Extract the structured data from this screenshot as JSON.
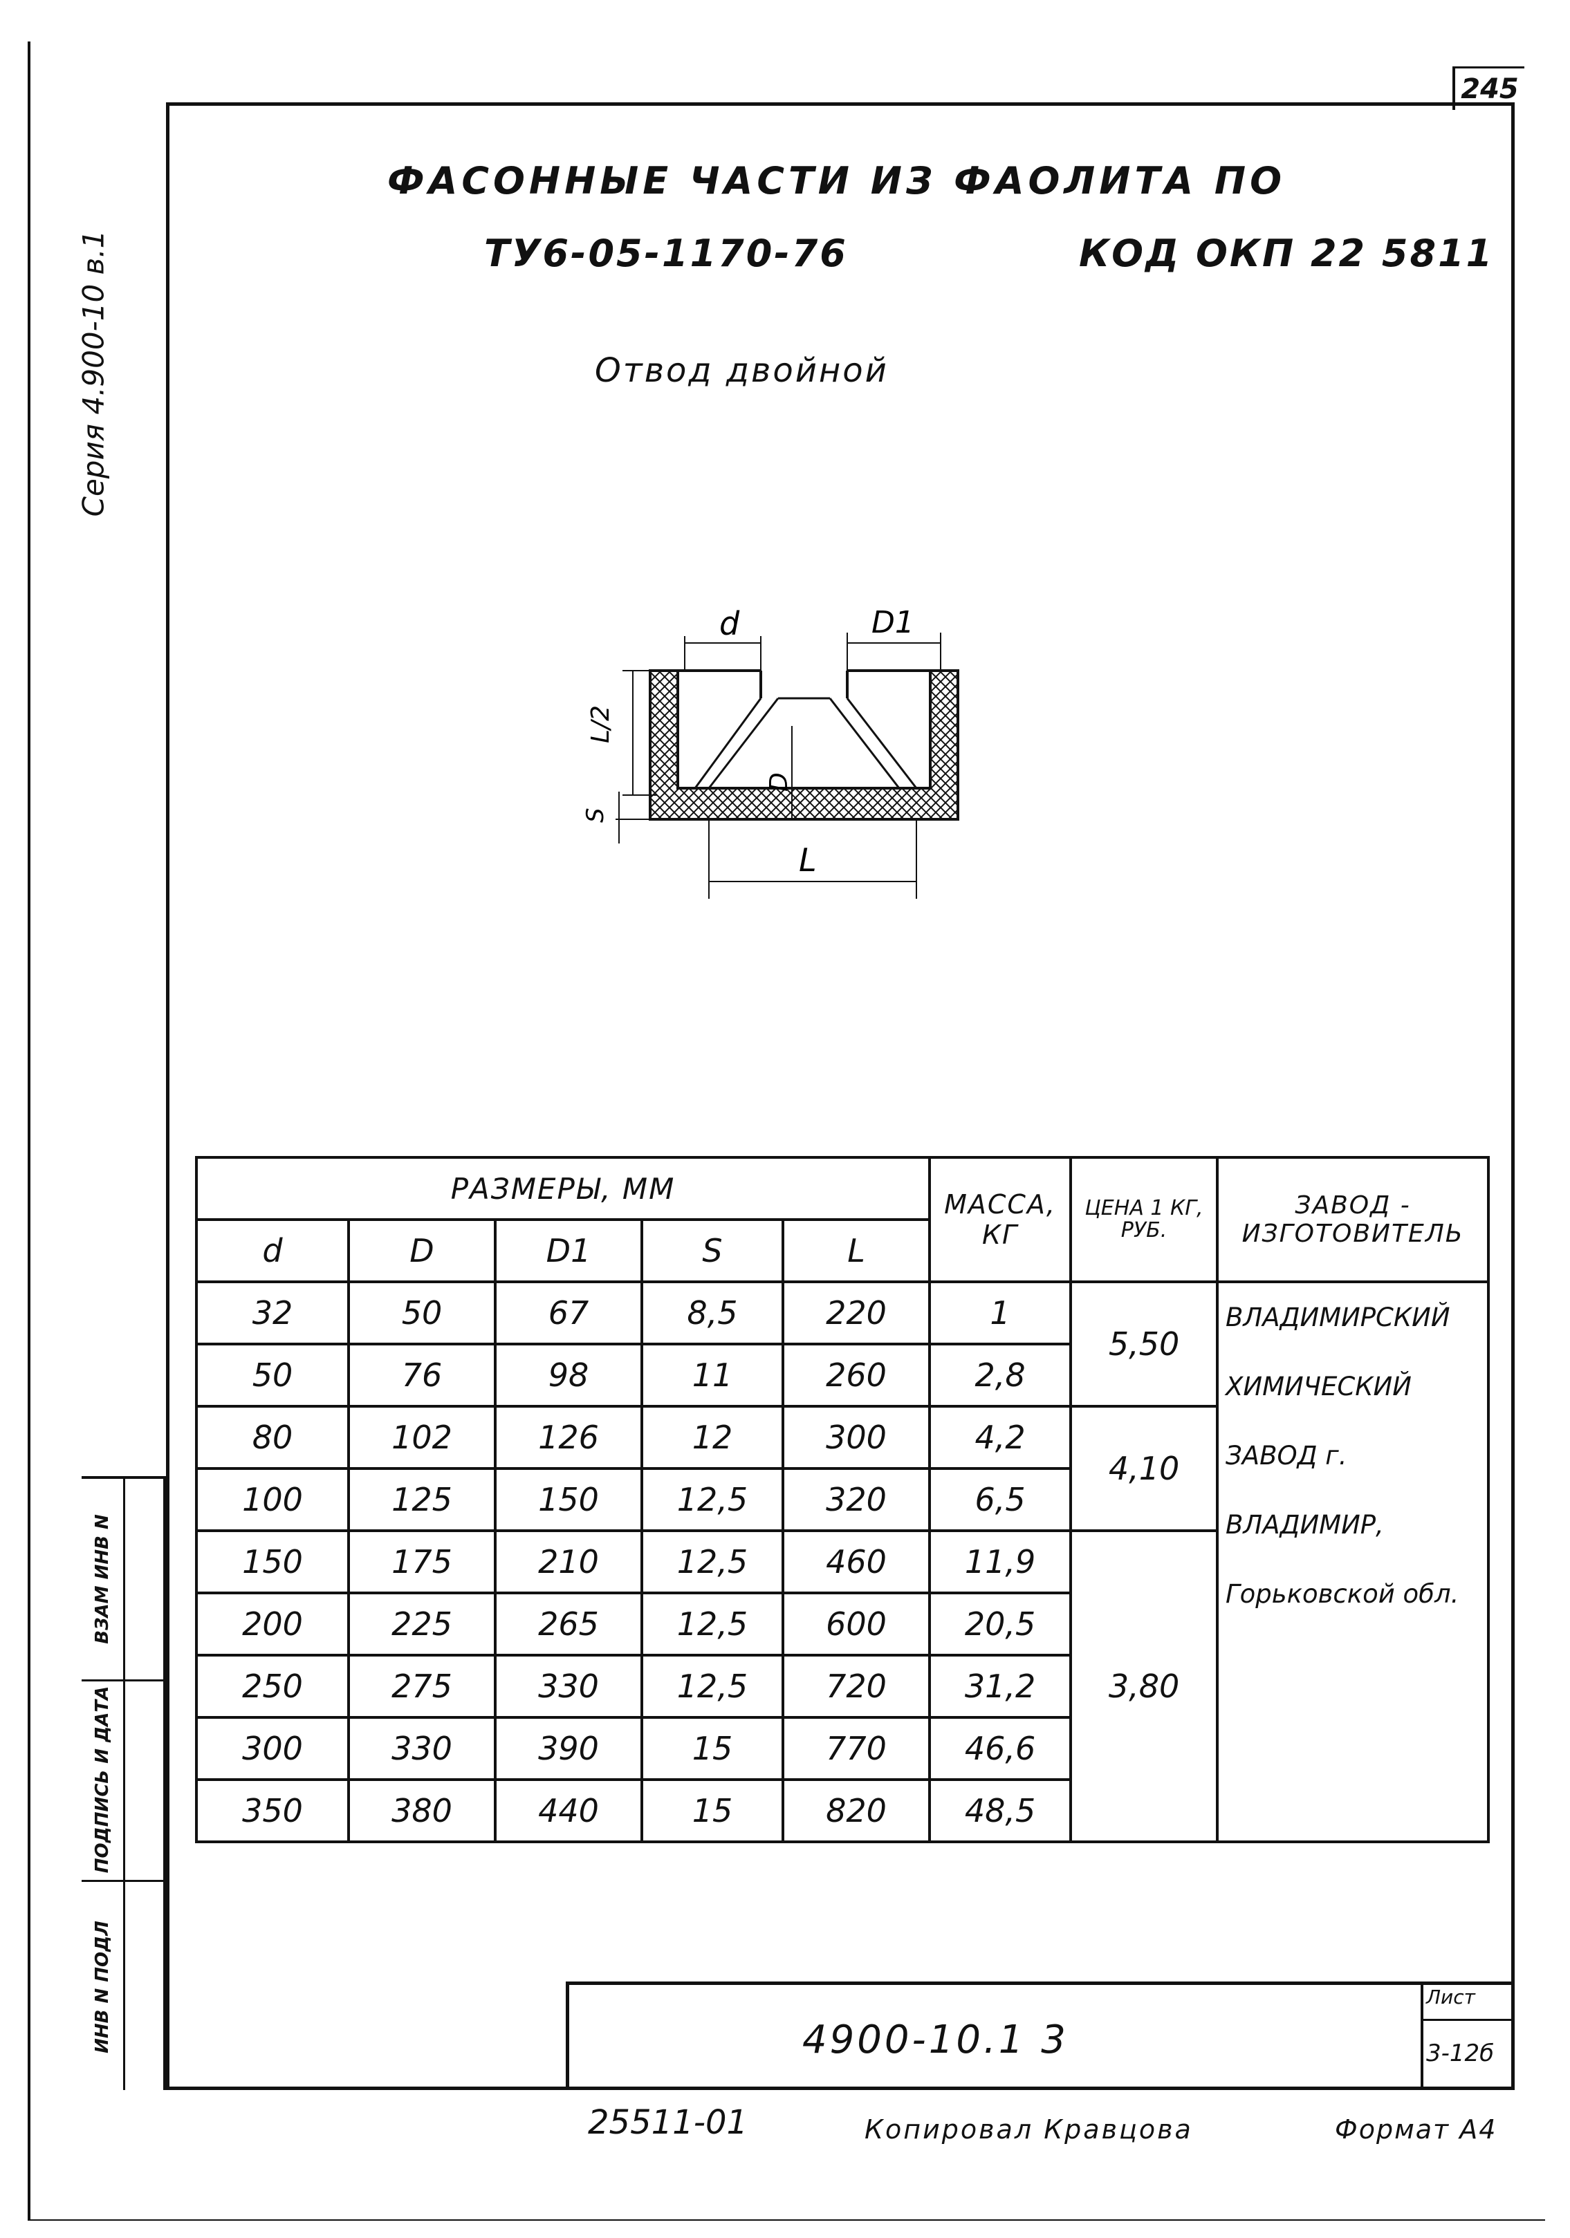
{
  "page_number": "245",
  "series": "Серия 4.900-10 в.1",
  "header": {
    "title": "ФАСОННЫЕ ЧАСТИ ИЗ ФАОЛИТА ПО",
    "spec": "ТУ6-05-1170-76",
    "okp": "КОД ОКП 22 5811",
    "subtitle": "Отвод двойной"
  },
  "drawing": {
    "labels": {
      "d": "d",
      "D1": "D1",
      "L2": "L/2",
      "D": "D",
      "S": "S",
      "L": "L"
    }
  },
  "table": {
    "group_header": "РАЗМЕРЫ, ММ",
    "columns": [
      "d",
      "D",
      "D1",
      "S",
      "L"
    ],
    "mass_header": "МАССА, КГ",
    "price_header": "ЦЕНА 1 КГ, РУБ.",
    "factory_header": "ЗАВОД - ИЗГОТОВИТЕЛЬ",
    "rows": [
      [
        "32",
        "50",
        "67",
        "8,5",
        "220",
        "1"
      ],
      [
        "50",
        "76",
        "98",
        "11",
        "260",
        "2,8"
      ],
      [
        "80",
        "102",
        "126",
        "12",
        "300",
        "4,2"
      ],
      [
        "100",
        "125",
        "150",
        "12,5",
        "320",
        "6,5"
      ],
      [
        "150",
        "175",
        "210",
        "12,5",
        "460",
        "11,9"
      ],
      [
        "200",
        "225",
        "265",
        "12,5",
        "600",
        "20,5"
      ],
      [
        "250",
        "275",
        "330",
        "12,5",
        "720",
        "31,2"
      ],
      [
        "300",
        "330",
        "390",
        "15",
        "770",
        "46,6"
      ],
      [
        "350",
        "380",
        "440",
        "15",
        "820",
        "48,5"
      ]
    ],
    "prices": [
      "5,50",
      "4,10",
      "3,80"
    ],
    "factory": "ВЛАДИМИРСКИЙ ХИМИЧЕСКИЙ ЗАВОД г. ВЛАДИМИР, Горьковской обл."
  },
  "stamp": {
    "code": "4900-10.1 3",
    "sheet_label": "Лист",
    "sheet_value": "3-12б"
  },
  "left_strip": {
    "inv_orig": "ИНВ N ПОДЛ",
    "sign_date": "ПОДПИСЬ И ДАТА",
    "inv_replace": "ВЗАМ ИНВ N"
  },
  "footer": {
    "number": "25511-01",
    "copied": "Копировал Кравцова",
    "format": "Формат А4"
  }
}
